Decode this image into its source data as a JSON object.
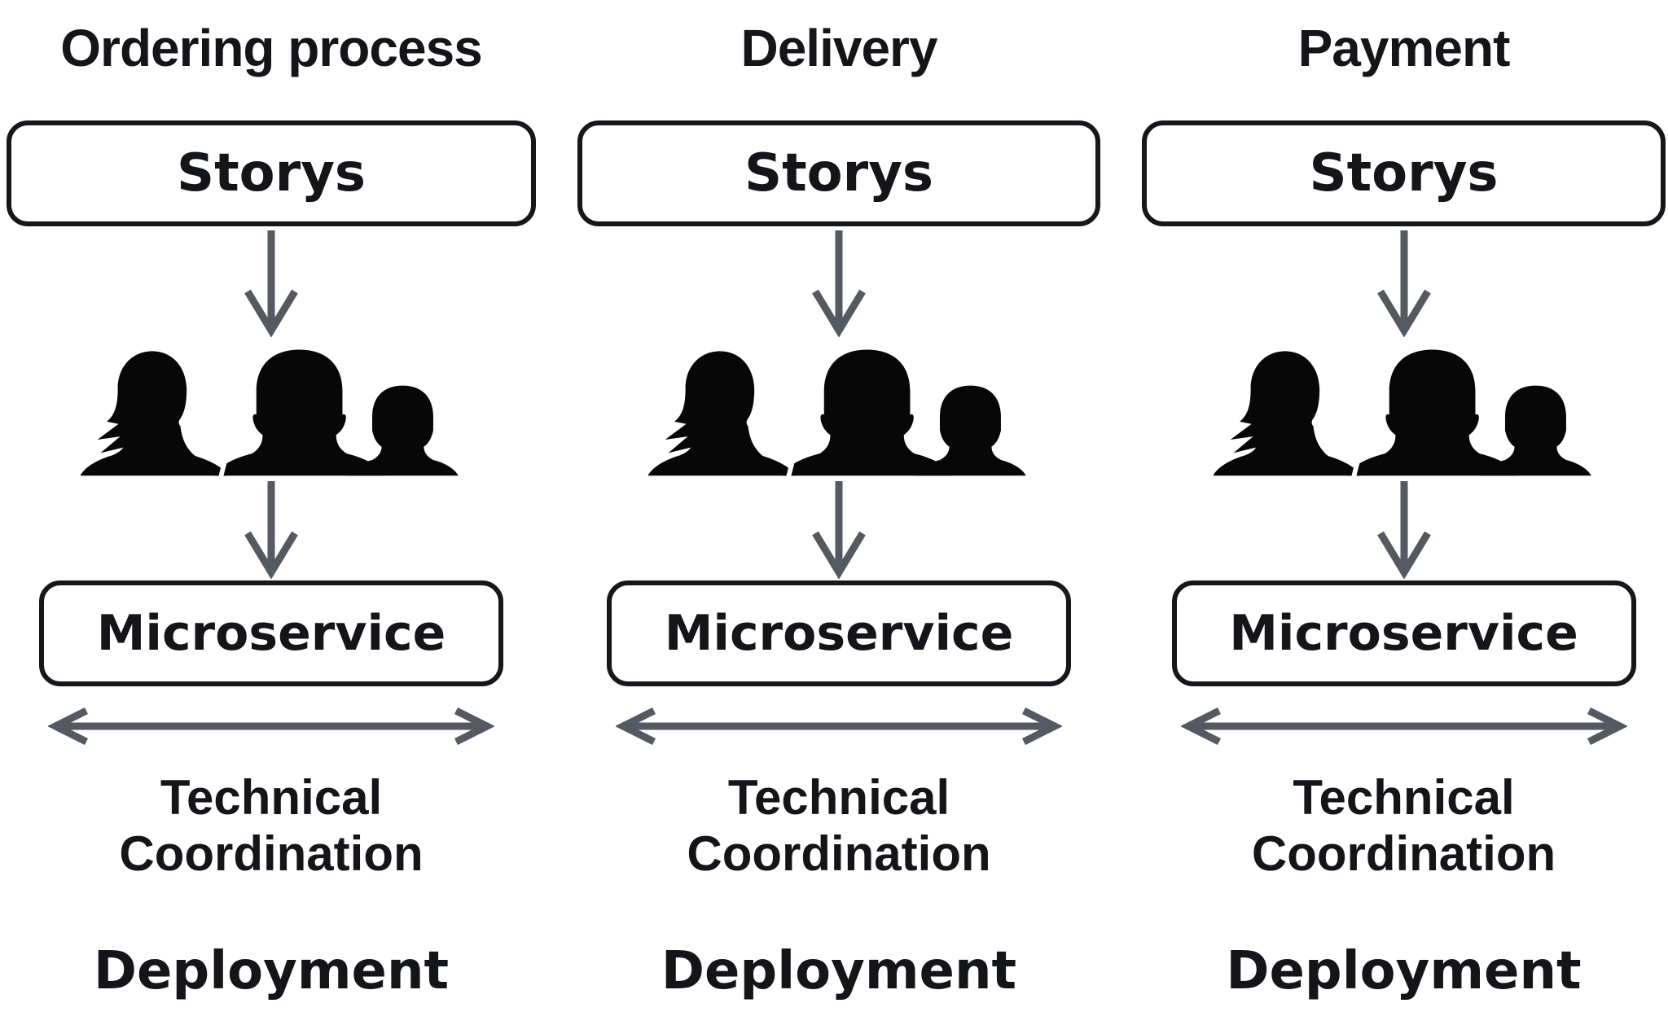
{
  "colors": {
    "background": "#ffffff",
    "ink": "#131519",
    "box_border": "#15171b",
    "arrow": "#555a62",
    "silhouette": "#070707"
  },
  "columns": [
    {
      "title": "Ordering process",
      "story_label": "Storys",
      "service_label": "Microservice",
      "coordination_label": "Technical Coordination",
      "deployment_label": "Deployment"
    },
    {
      "title": "Delivery",
      "story_label": "Storys",
      "service_label": "Microservice",
      "coordination_label": "Technical Coordination",
      "deployment_label": "Deployment"
    },
    {
      "title": "Payment",
      "story_label": "Storys",
      "service_label": "Microservice",
      "coordination_label": "Technical Coordination",
      "deployment_label": "Deployment"
    }
  ]
}
